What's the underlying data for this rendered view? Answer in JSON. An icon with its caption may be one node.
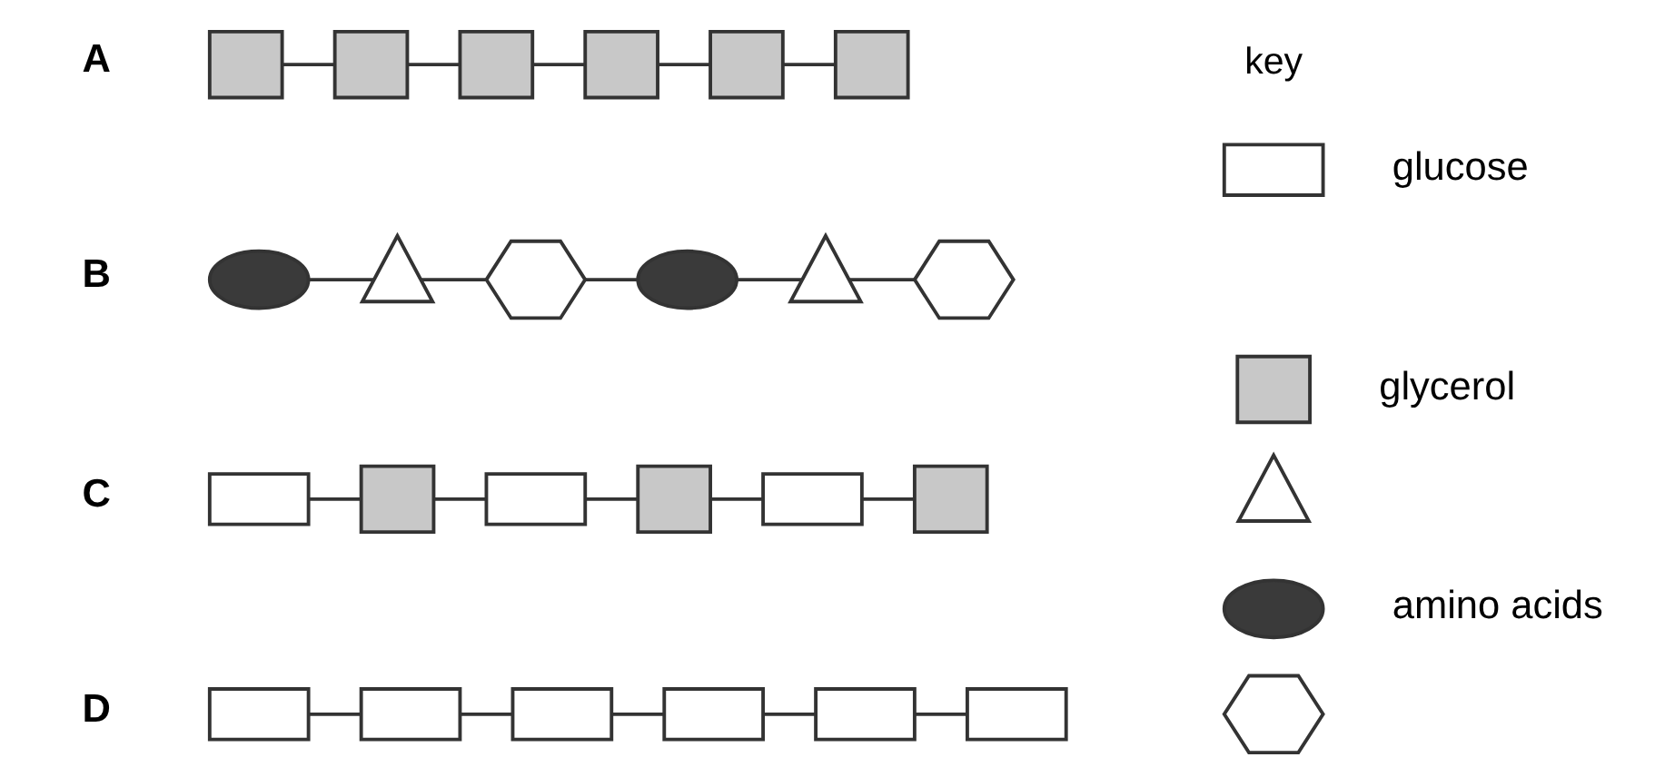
{
  "diagram": {
    "nodes": [
      {
        "text": [],
        "shape": "box"
      },
      {
        "text": [],
        "shape": "box"
      },
      {
        "text": [],
        "shape": "box"
      },
      {
        "text": [],
        "shape": "box"
      },
      {
        "text": [],
        "shape": "box"
      },
      {
        "text": [],
        "shape": "box"
      },
      {
        "text": [],
        "shape": "ellipse"
      },
      {
        "text": [],
        "shape": "triangle"
      },
      {
        "text": [],
        "shape": "hexagon"
      },
      {
        "text": [],
        "shape": "ellipse"
      },
      {
        "text": [],
        "shape": "triangle"
      },
      {
        "text": [],
        "shape": "hexagon"
      },
      {
        "text": [],
        "shape": "box"
      },
      {
        "text": [],
        "shape": "box"
      },
      {
        "text": [],
        "shape": "box"
      },
      {
        "text": [],
        "shape": "box"
      },
      {
        "text": [],
        "shape": "box"
      },
      {
        "text": [],
        "shape": "box"
      },
      {
        "text": [],
        "shape": "box"
      },
      {
        "text": [],
        "shape": "box"
      },
      {
        "text": [],
        "shape": "box"
      },
      {
        "text": [],
        "shape": "box"
      },
      {
        "text": [],
        "shape": "box"
      },
      {
        "text": [],
        "shape": "box"
      },
      {
        "text": [],
        "shape": "box"
      },
      {
        "text": [],
        "shape": "box"
      },
      {
        "text": [],
        "shape": "triangle"
      },
      {
        "text": [],
        "shape": "ellipse"
      },
      {
        "text": [],
        "shape": "hexagon"
      }
    ],
    "edges": [
      {
        "from": 0,
        "to": 1,
        "arrow": "none"
      },
      {
        "from": 1,
        "to": 2,
        "arrow": "none"
      },
      {
        "from": 2,
        "to": 3,
        "arrow": "none"
      },
      {
        "from": 3,
        "to": 4,
        "arrow": "none"
      },
      {
        "from": 4,
        "to": 5,
        "arrow": "none"
      },
      {
        "from": 6,
        "to": 7,
        "arrow": "none"
      },
      {
        "from": 7,
        "to": 8,
        "arrow": "none"
      },
      {
        "from": 8,
        "to": 9,
        "arrow": "none"
      },
      {
        "from": 9,
        "to": 10,
        "arrow": "none"
      },
      {
        "from": 10,
        "to": 11,
        "arrow": "none"
      },
      {
        "from": 12,
        "to": 13,
        "arrow": "none"
      },
      {
        "from": 13,
        "to": 14,
        "arrow": "none"
      },
      {
        "from": 14,
        "to": 15,
        "arrow": "none"
      },
      {
        "from": 15,
        "to": 16,
        "arrow": "none"
      },
      {
        "from": 16,
        "to": 17,
        "arrow": "none"
      },
      {
        "from": 18,
        "to": 19,
        "arrow": "none"
      },
      {
        "from": 19,
        "to": 20,
        "arrow": "none"
      },
      {
        "from": 20,
        "to": 21,
        "arrow": "none"
      },
      {
        "from": 21,
        "to": 22,
        "arrow": "none"
      },
      {
        "from": 22,
        "to": 23,
        "arrow": "none"
      }
    ],
    "labels": [
      "A",
      "B",
      "C",
      "D",
      "key"
    ],
    "legend": [
      {
        "text": "glucose",
        "color": "#ffffff"
      },
      {
        "text": "glycerol",
        "color": "#c8c8c8"
      },
      {
        "text": "amino acids"
      }
    ]
  }
}
